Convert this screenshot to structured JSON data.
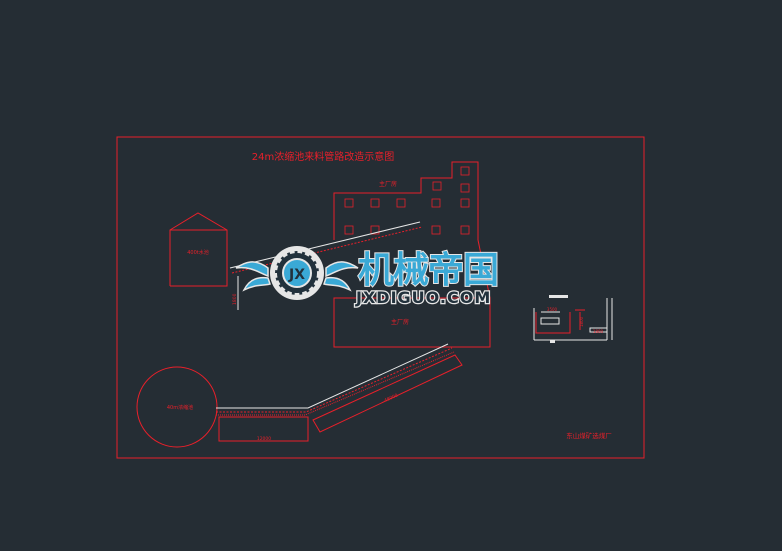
{
  "drawing": {
    "title": "24m浓缩池来料管路改造示意图",
    "main_building_label": "主厂房",
    "main_building_lower_label": "主厂房",
    "tank_label": "400t水池",
    "round_pool_label": "40m浓缩池",
    "company_label": "东山煤矿选煤厂",
    "dim_horizontal": "12000",
    "dim_diagonal": "48000",
    "dim_vertical": "1800",
    "detail_dim_top": "3500",
    "detail_dim_side": "1800",
    "detail_dim_bottom": "1800"
  },
  "watermark": {
    "brand_cn": "机械帝国",
    "brand_url": "JXDIGUO.COM",
    "emblem_letter": "JX"
  },
  "colors": {
    "background": "#252d34",
    "line_red": "#e8202a",
    "line_white": "#e6e6e6",
    "watermark_blue": "#3aa9d6",
    "watermark_dark": "#22313c"
  }
}
